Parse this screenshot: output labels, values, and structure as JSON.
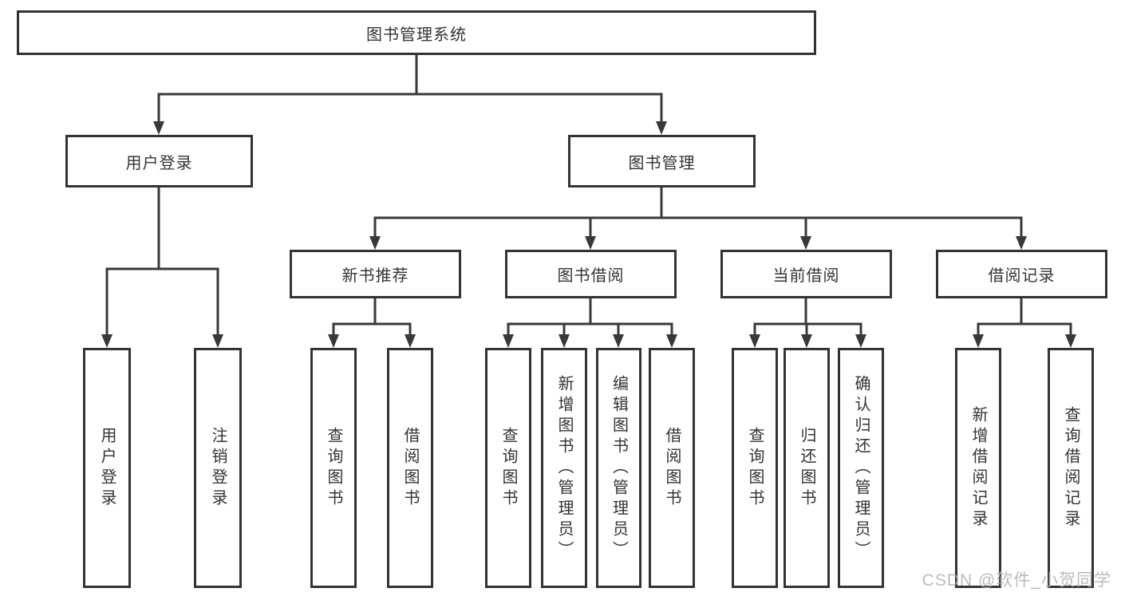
{
  "diagram": {
    "tree": {
      "root": {
        "label": "图书管理系统"
      },
      "branches": [
        {
          "label": "用户登录",
          "children": [
            {
              "label": "用户登录"
            },
            {
              "label": "注销登录"
            }
          ]
        },
        {
          "label": "图书管理",
          "children": [
            {
              "label": "新书推荐",
              "children": [
                {
                  "label": "查询图书"
                },
                {
                  "label": "借阅图书"
                }
              ]
            },
            {
              "label": "图书借阅",
              "children": [
                {
                  "label": "查询图书"
                },
                {
                  "label": "新增图书（管理员）"
                },
                {
                  "label": "编辑图书（管理员）"
                },
                {
                  "label": "借阅图书"
                }
              ]
            },
            {
              "label": "当前借阅",
              "children": [
                {
                  "label": "查询图书"
                },
                {
                  "label": "归还图书"
                },
                {
                  "label": "确认归还（管理员）"
                }
              ]
            },
            {
              "label": "借阅记录",
              "children": [
                {
                  "label": "新增借阅记录"
                },
                {
                  "label": "查询借阅记录"
                }
              ]
            }
          ]
        }
      ]
    }
  },
  "watermark": {
    "text": "CSDN @软件_小贺同学"
  },
  "colors": {
    "line": "#383838",
    "box_border": "#333333",
    "text": "#333333",
    "watermark": "#b0b0b0",
    "background": "#ffffff"
  }
}
